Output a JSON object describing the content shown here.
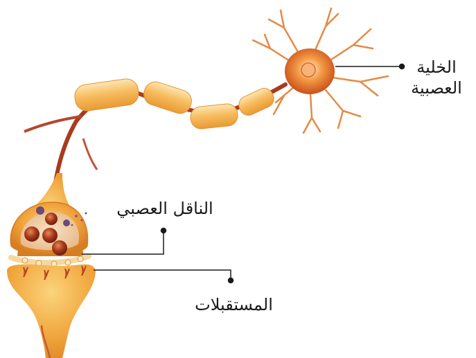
{
  "labels": {
    "neuron_line1": "الخلية",
    "neuron_line2": "العصبية",
    "neurotransmitter": "الناقل العصبي",
    "receptors": "المستقبلات"
  },
  "colors": {
    "axon": "#a83a1e",
    "myelin": "#f6b957",
    "myelin_light": "#fde4a8",
    "soma": "#e8762a",
    "terminal": "#f0a43a",
    "vesicle": "#8b2a12",
    "leader": "#1a1a1a"
  },
  "icons": [
    "neuron-cell",
    "synapse-terminal",
    "vesicle",
    "receptor"
  ]
}
